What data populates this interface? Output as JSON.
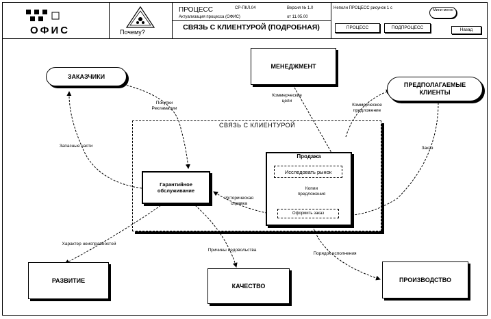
{
  "header": {
    "logo_text": "ОФИС",
    "why_label": "Почему?",
    "process_label": "ПРОЦЕСС",
    "process_code": "СР-ПКЛ.04",
    "version": "Версия № 1.0",
    "subprocess_line": "Актуализация процесса (ОФИС)",
    "date": "от 11.05.00",
    "title": "СВЯЗЬ С КЛИЕНТУРОЙ (ПОДРОБНАЯ)",
    "nav_info": "Неполн ПРОЦЕСС рисунок 1 с",
    "mini_button": "Мини-меню",
    "process_button": "ПРОЦЕСС",
    "subprocess_button": "ПОДПРОЦЕСС",
    "back_button": "Назад"
  },
  "diagram": {
    "customers": "ЗАКАЗЧИКИ",
    "management": "МЕНЕДЖМЕНТ",
    "prospects": "ПРЕДПОЛАГАЕМЫЕ КЛИЕНТЫ",
    "client_relations": "СВЯЗЬ С КЛИЕНТУРОЙ",
    "sales": "Продажа",
    "market_research": "Исследовать рынок",
    "sales_copies": "Копии предложения",
    "offer": "Оформить заказ",
    "warranty": "Гарантийное обслуживание",
    "development": "РАЗВИТИЕ",
    "quality": "КАЧЕСТВО",
    "production": "ПРОИЗВОДСТВО"
  },
  "flows": {
    "purchases_claims": "Покупки Рекламации",
    "spare_parts": "Запасные части",
    "commercial_goals": "Коммерческие цели",
    "commercial_proposal": "Коммерческое предложение",
    "order": "Заказ",
    "historical_info": "Историческая справка",
    "defect_nature": "Характер неисправностей",
    "dissatisfaction_reasons": "Причины недовольства",
    "execution_order": "Порядок исполнения"
  }
}
